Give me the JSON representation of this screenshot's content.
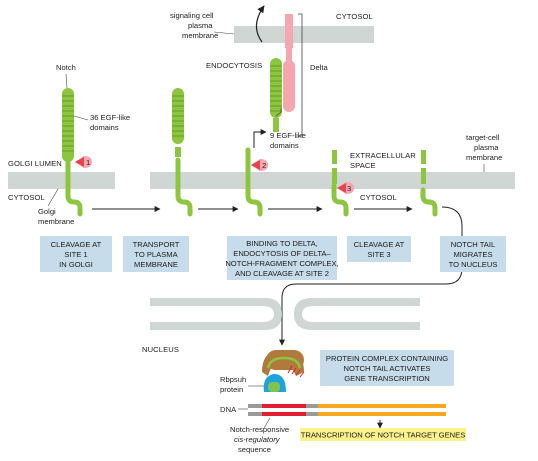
{
  "labels": {
    "notch": "Notch",
    "egf36": [
      "36 EGF-like",
      "domains"
    ],
    "golgi_lumen": "GOLGI LUMEN",
    "cytosol_left": "CYTOSOL",
    "golgi_membrane": [
      "Golgi",
      "membrane"
    ],
    "signaling_cell": [
      "signaling cell",
      "plasma",
      "membrane"
    ],
    "cytosol_top": "CYTOSOL",
    "endocytosis": "ENDOCYTOSIS",
    "delta": "Delta",
    "egf9": [
      "9 EGF-like",
      "domains"
    ],
    "extracellular": [
      "EXTRACELLULAR",
      "SPACE"
    ],
    "target_cell": [
      "target-cell",
      "plasma",
      "membrane"
    ],
    "cytosol_right": "CYTOSOL",
    "nucleus": "NUCLEUS",
    "rbpsuh": [
      "Rbpsuh",
      "protein"
    ],
    "dna": "DNA",
    "notch_responsive": [
      "Notch-responsive",
      "cis-regulatory",
      "sequence"
    ]
  },
  "sites": [
    "1",
    "2",
    "3"
  ],
  "steps": [
    [
      "CLEAVAGE AT",
      "SITE 1",
      "IN GOLGI"
    ],
    [
      "TRANSPORT",
      "TO PLASMA",
      "MEMBRANE"
    ],
    [
      "BINDING TO DELTA,",
      "ENDOCYTOSIS OF DELTA–",
      "NOTCH-FRAGMENT COMPLEX,",
      "AND CLEAVAGE AT SITE 2"
    ],
    [
      "CLEAVAGE AT",
      "SITE 3"
    ],
    [
      "NOTCH TAIL",
      "MIGRATES",
      "TO NUCLEUS"
    ]
  ],
  "protein_complex": [
    "PROTEIN COMPLEX CONTAINING",
    "NOTCH TAIL ACTIVATES",
    "GENE TRANSCRIPTION"
  ],
  "transcription": "TRANSCRIPTION OF NOTCH TARGET GENES",
  "colors": {
    "notch": "#8cc63f",
    "notch_dark": "#5a8f1f",
    "membrane": "#cfd6d3",
    "step_box": "#c7dceb",
    "delta": "#f4a7ae",
    "site_marker": "#e8414f",
    "complex": "#b07a3c",
    "rbpsuh": "#1fa3dc",
    "dna_orange": "#f7a823",
    "dna_red": "#e0202f",
    "dna_gray": "#9a9a9a",
    "highlight": "#fbf28c"
  }
}
